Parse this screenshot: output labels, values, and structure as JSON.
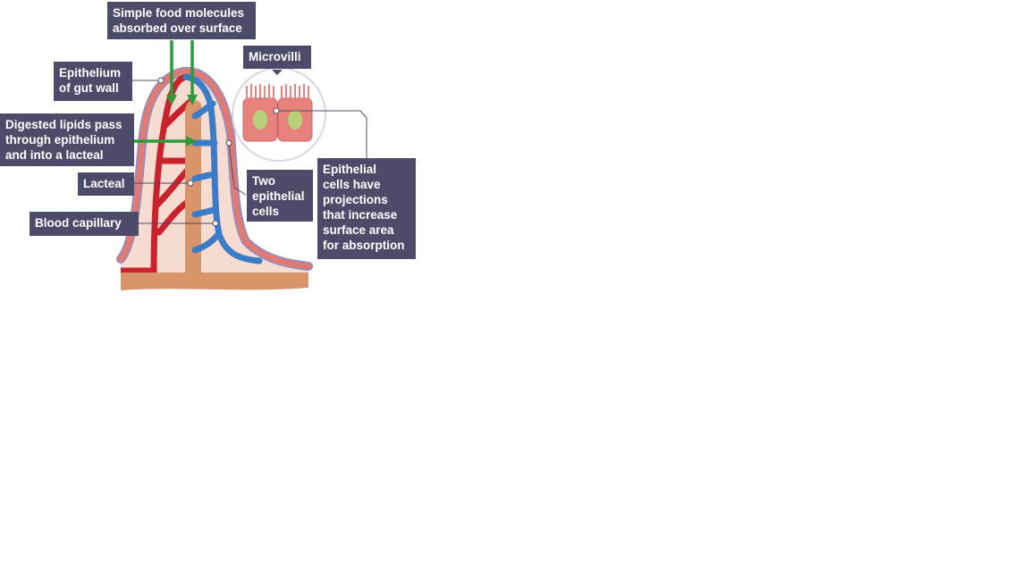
{
  "labels": {
    "simple_food": "Simple food molecules\nabsorbed over surface",
    "epithelium": "Epithelium\nof gut wall",
    "microvilli": "Microvilli",
    "digested_lipids": "Digested lipids pass\nthrough epithelium\nand into a lacteal",
    "lacteal": "Lacteal",
    "two_cells": "Two\nepithelial\ncells",
    "blood_capillary": "Blood capillary",
    "epithelial_cells": "Epithelial\ncells have\nprojections\nthat increase\nsurface area\nfor absorption"
  },
  "colors": {
    "label_bg": "#4c4c6a",
    "label_text": "#ffffff",
    "arrow": "#2e9a3a",
    "artery": "#c8222d",
    "vein": "#3b7cc9",
    "lacteal": "#d9956a",
    "tissue": "#f6dcd0",
    "epithelium_dots": "#e07a74",
    "epithelium_dot_border": "#8a8fc9",
    "cell_fill": "#e8827c",
    "nucleus": "#b9cf7a"
  }
}
